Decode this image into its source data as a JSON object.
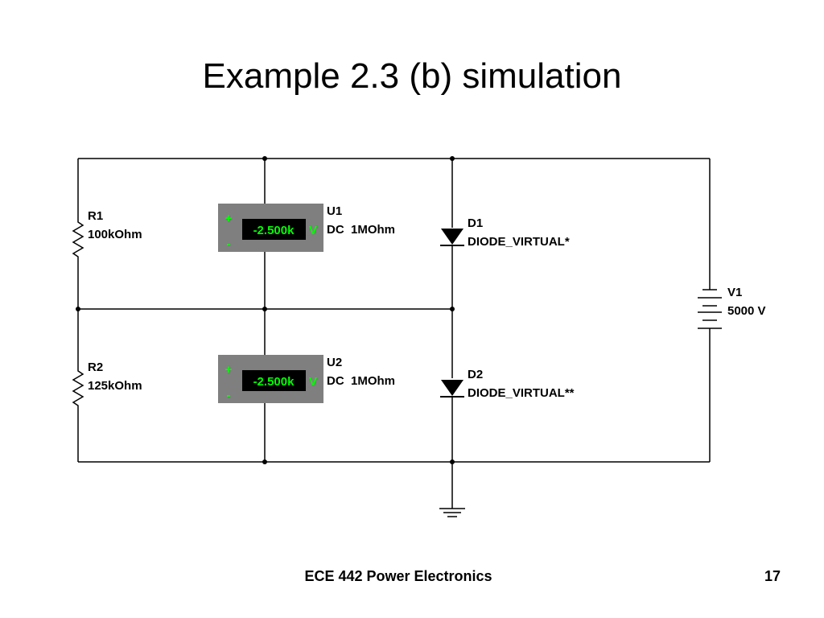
{
  "title": "Example 2.3 (b) simulation",
  "footer": {
    "course": "ECE 442 Power Electronics",
    "page": "17"
  },
  "colors": {
    "wire": "#000000",
    "meter_body": "#7f7f7f",
    "meter_screen": "#000000",
    "meter_text": "#00ff00"
  },
  "components": {
    "r1": {
      "ref": "R1",
      "value": "100kOhm"
    },
    "r2": {
      "ref": "R2",
      "value": "125kOhm"
    },
    "u1": {
      "ref": "U1",
      "mode": "DC  1MOhm",
      "reading": "-2.500k",
      "unit": "V",
      "plus": "+",
      "minus": "-"
    },
    "u2": {
      "ref": "U2",
      "mode": "DC  1MOhm",
      "reading": "-2.500k",
      "unit": "V",
      "plus": "+",
      "minus": "-"
    },
    "d1": {
      "ref": "D1",
      "model": "DIODE_VIRTUAL*"
    },
    "d2": {
      "ref": "D2",
      "model": "DIODE_VIRTUAL**"
    },
    "v1": {
      "ref": "V1",
      "value": "5000 V"
    }
  }
}
